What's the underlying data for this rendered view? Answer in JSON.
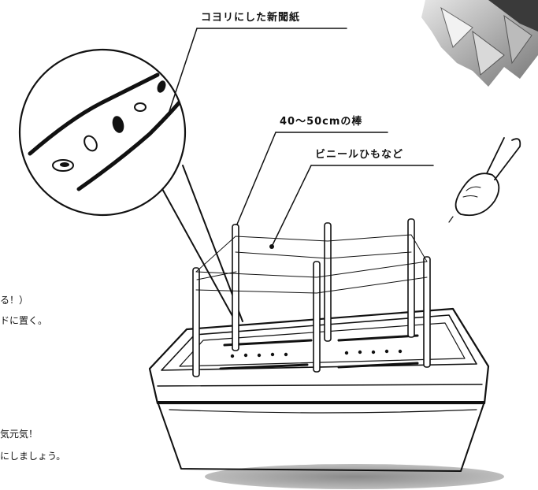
{
  "labels": {
    "newspaper_twist": "コヨリにした新聞紙",
    "stick": "40～50cmの棒",
    "vinyl_string": "ビニールひもなど"
  },
  "side_text": {
    "line1": "る！）",
    "line2": "ドに置く。",
    "line3": "気元気！",
    "line4": "にしましょう。"
  }
}
